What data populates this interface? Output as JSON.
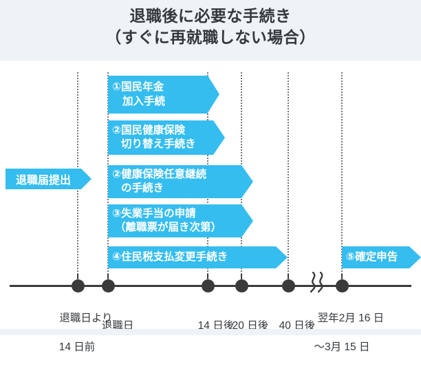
{
  "header": {
    "title_line1": "退職後に必要な手続き",
    "title_line2": "（すぐに再就職しない場合）",
    "bg_color": "#edf3f6",
    "text_color": "#34383c"
  },
  "colors": {
    "accent": "#35bdf0",
    "axis": "#3a3a3a",
    "gridline": "#6f7478",
    "page_bg": "#ffffff"
  },
  "start_tag": {
    "label": "退職届提出"
  },
  "tasks": [
    {
      "id": "task-1",
      "label_line1": "①国民年金",
      "label_line2": "加入手続",
      "start_tick": "退職日",
      "end_tick": "14日後"
    },
    {
      "id": "task-2",
      "label_line1": "②国民健康保険",
      "label_line2": "切り替え手続き",
      "start_tick": "退職日",
      "end_tick": "14日後"
    },
    {
      "id": "task-3",
      "label_line1": "②健康保険任意継続",
      "label_line2": "の手続き",
      "start_tick": "退職日",
      "end_tick": "20日後"
    },
    {
      "id": "task-4",
      "label_line1": "③失業手当の申請",
      "label_line2": "（離職票が届き次第）",
      "start_tick": "退職日",
      "end_tick": "20日後"
    },
    {
      "id": "task-5",
      "label_line1": "④住民税支払変更手続き",
      "label_line2": "",
      "start_tick": "退職日",
      "end_tick": "40日後"
    },
    {
      "id": "task-6",
      "label_line1": "⑤確定申告",
      "label_line2": "",
      "start_tick": "翌年2月 16 日",
      "end_tick": "～3月 15 日"
    }
  ],
  "timeline": {
    "break_symbol": "〉〉",
    "ticks": [
      {
        "id": "tick-1",
        "line1": "退職日より",
        "line2": "14 日前"
      },
      {
        "id": "tick-2",
        "line1": "退職日",
        "line2": ""
      },
      {
        "id": "tick-3",
        "line1": "14 日後",
        "line2": ""
      },
      {
        "id": "tick-4",
        "line1": "20 日後",
        "line2": ""
      },
      {
        "id": "tick-5",
        "line1": "40 日後",
        "line2": ""
      },
      {
        "id": "tick-6",
        "line1": "翌年2月 16 日",
        "line2": "～3月 15 日"
      }
    ]
  }
}
